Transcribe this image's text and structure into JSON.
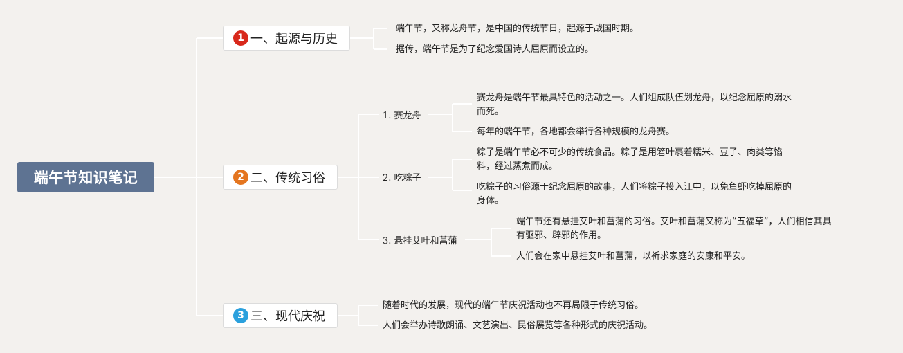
{
  "root": {
    "title": "端午节知识笔记"
  },
  "branches": [
    {
      "number": "1",
      "label": "一、起源与历史",
      "color": "#d8281b",
      "leaves": [
        "端午节，又称龙舟节，是中国的传统节日，起源于战国时期。",
        "据传，端午节是为了纪念爱国诗人屈原而设立的。"
      ]
    },
    {
      "number": "2",
      "label": "二、传统习俗",
      "color": "#e4751f",
      "subs": [
        {
          "label": "1. 赛龙舟",
          "leaves": [
            {
              "lines": [
                "赛龙舟是端午节最具特色的活动之一。人们组成队伍划龙舟，以纪念屈原的溺水",
                "而死。"
              ]
            },
            {
              "lines": [
                "每年的端午节，各地都会举行各种规模的龙舟赛。"
              ]
            }
          ]
        },
        {
          "label": "2. 吃粽子",
          "leaves": [
            {
              "lines": [
                "粽子是端午节必不可少的传统食品。粽子是用箬叶裹着糯米、豆子、肉类等馅",
                "料，经过蒸煮而成。"
              ]
            },
            {
              "lines": [
                "吃粽子的习俗源于纪念屈原的故事，人们将粽子投入江中，以免鱼虾吃掉屈原的",
                "身体。"
              ]
            }
          ]
        },
        {
          "label": "3. 悬挂艾叶和菖蒲",
          "leaves": [
            {
              "lines": [
                "端午节还有悬挂艾叶和菖蒲的习俗。艾叶和菖蒲又称为“五福草”，人们相信其具",
                "有驱邪、辟邪的作用。"
              ]
            },
            {
              "lines": [
                "人们会在家中悬挂艾叶和菖蒲，以祈求家庭的安康和平安。"
              ]
            }
          ]
        }
      ]
    },
    {
      "number": "3",
      "label": "三、现代庆祝",
      "color": "#2aa0dd",
      "leaves": [
        "随着时代的发展，现代的端午节庆祝活动也不再局限于传统习俗。",
        "人们会举办诗歌朗诵、文艺演出、民俗展览等各种形式的庆祝活动。"
      ]
    }
  ],
  "colors": {
    "background": "#f3f1ee",
    "root": "#5e7392",
    "line": "#ffffff"
  }
}
